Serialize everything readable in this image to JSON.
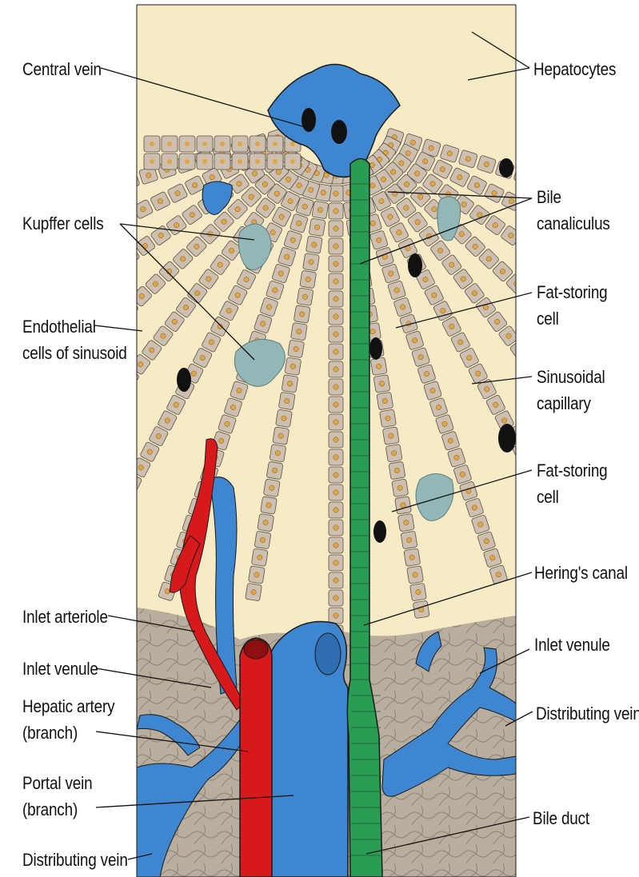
{
  "labels": {
    "central_vein": "Central vein",
    "hepatocytes": "Hepatocytes",
    "bile": "Bile",
    "canaliculus": "canaliculus",
    "kupffer_cells": "Kupffer cells",
    "fat_storing_1a": "Fat-storing",
    "fat_storing_1b": "cell",
    "endothelial_a": "Endothelial",
    "endothelial_b": "cells of sinusoid",
    "sinusoidal_a": "Sinusoidal",
    "sinusoidal_b": "capillary",
    "fat_storing_2a": "Fat-storing",
    "fat_storing_2b": "cell",
    "herings_canal": "Hering's canal",
    "inlet_arteriole": "Inlet arteriole",
    "inlet_venule_left": "Inlet venule",
    "inlet_venule_right": "Inlet venule",
    "distributing_vein_right": "Distributing vein",
    "hepatic_artery_a": "Hepatic artery",
    "hepatic_artery_b": "(branch)",
    "portal_vein_a": "Portal vein",
    "portal_vein_b": "(branch)",
    "bile_duct": "Bile duct",
    "distributing_vein_left": "Distributing vein"
  },
  "colors": {
    "parenchyma": "#f7ebc6",
    "hepatocyte": "#cdc0b0",
    "hepatocyte_nucleus": "#e0a544",
    "portal_tissue": "#b9ad9d",
    "vein": "#3f86d0",
    "artery": "#d7191c",
    "bile_duct": "#2a9d54",
    "kupffer": "#93b7b7",
    "outline": "#1a1a1a"
  }
}
